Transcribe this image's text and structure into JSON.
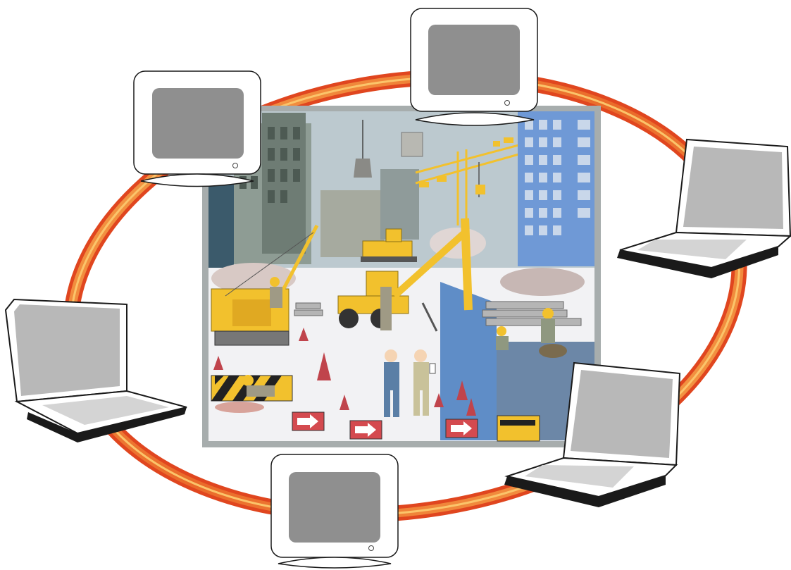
{
  "diagram": {
    "ring": {
      "outer_color": "#e0461f",
      "inner_color": "#f6a24a"
    },
    "center_scene": {
      "subject": "construction-site",
      "frame_color": "#a7adad",
      "sky_color": "#bcc9cf",
      "ground_color": "#f2f2f4",
      "accent_yellow": "#f2c12d",
      "building_blue": "#6f99d6"
    },
    "devices": [
      {
        "id": "monitor-top",
        "kind": "crt-monitor"
      },
      {
        "id": "monitor-top-left",
        "kind": "crt-monitor"
      },
      {
        "id": "monitor-bottom",
        "kind": "crt-monitor"
      },
      {
        "id": "laptop-left",
        "kind": "laptop"
      },
      {
        "id": "laptop-right-top",
        "kind": "laptop"
      },
      {
        "id": "laptop-right-bottom",
        "kind": "laptop"
      }
    ],
    "device_colors": {
      "screen": "#8f8f8f",
      "screen_laptop": "#b8b8b8",
      "case": "#ffffff",
      "outline": "#1a1a1a"
    }
  }
}
